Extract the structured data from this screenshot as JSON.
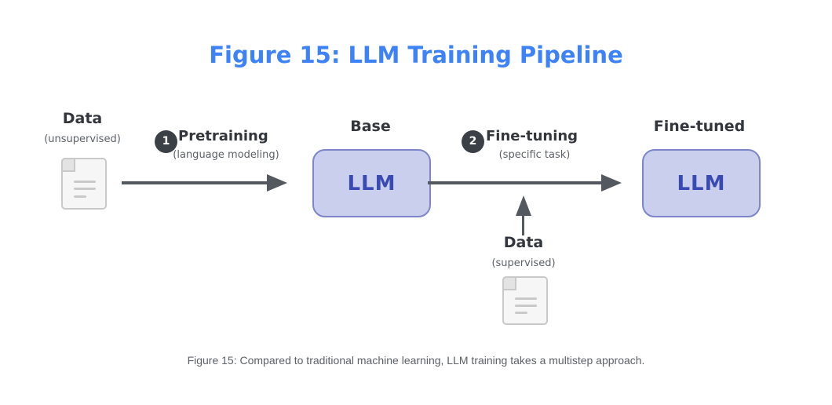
{
  "title": "Figure 15: LLM Training Pipeline",
  "caption": "Figure 15: Compared to traditional machine learning, LLM training takes a multistep approach.",
  "pipeline": {
    "input": {
      "label": "Data",
      "sublabel": "(unsupervised)",
      "icon": "document-icon"
    },
    "steps": [
      {
        "number": "1",
        "label": "Pretraining",
        "sublabel": "(language modeling)"
      },
      {
        "number": "2",
        "label": "Fine-tuning",
        "sublabel": "(specific task)"
      }
    ],
    "nodes": [
      {
        "title": "Base",
        "box_text": "LLM"
      },
      {
        "title": "Fine-tuned",
        "box_text": "LLM"
      }
    ],
    "side_input": {
      "label": "Data",
      "sublabel": "(supervised)",
      "icon": "document-icon"
    }
  },
  "colors": {
    "title": "#3d82f7",
    "heading_text": "#33373d",
    "secondary_text": "#5c6169",
    "arrow": "#54595f",
    "badge_bg": "#3b4046",
    "badge_text": "#ffffff",
    "box_fill": "#c9cfec",
    "box_border": "#7c86c8",
    "box_text": "#3a4ab3",
    "icon_fill": "#f6f6f6",
    "icon_border": "#c9c9c9"
  }
}
